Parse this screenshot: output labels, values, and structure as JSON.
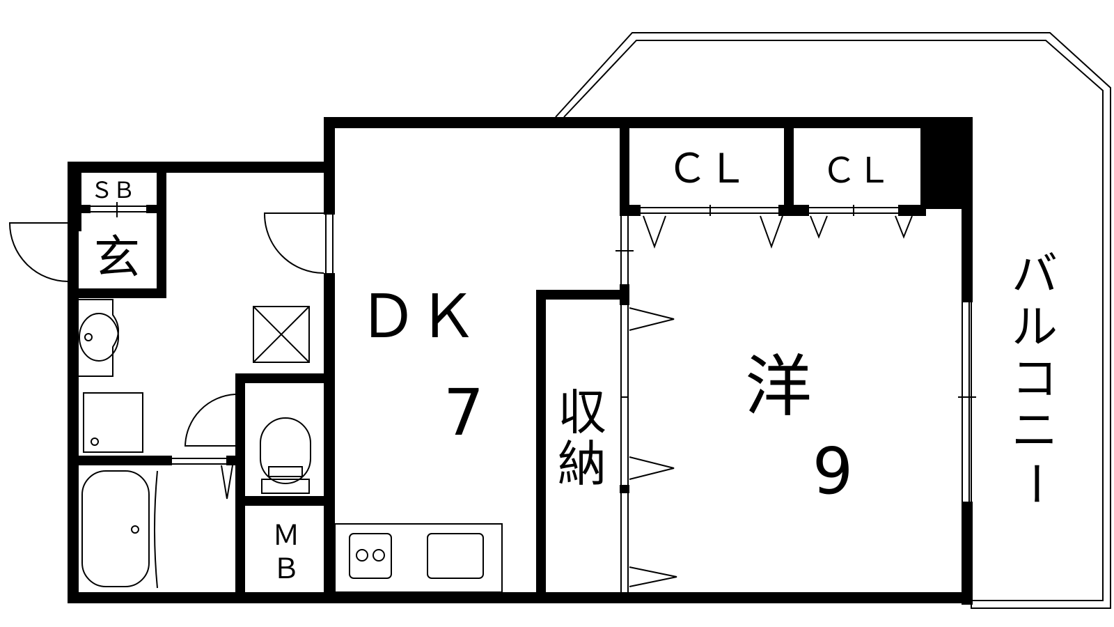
{
  "rooms": {
    "dk": {
      "name": "ＤＫ",
      "size": "7"
    },
    "western": {
      "name": "洋",
      "size": "9"
    },
    "storage": {
      "line1": "収",
      "line2": "納"
    },
    "closet_left": "ＣＬ",
    "closet_right": "ＣＬ",
    "entrance": "玄",
    "shoe_box": "ＳＢ",
    "meter_box": {
      "line1": "Ｍ",
      "line2": "Ｂ"
    },
    "balcony": [
      "バ",
      "ル",
      "コ",
      "ニ",
      "ー"
    ]
  },
  "colors": {
    "wall": "#000000",
    "background": "#ffffff"
  }
}
